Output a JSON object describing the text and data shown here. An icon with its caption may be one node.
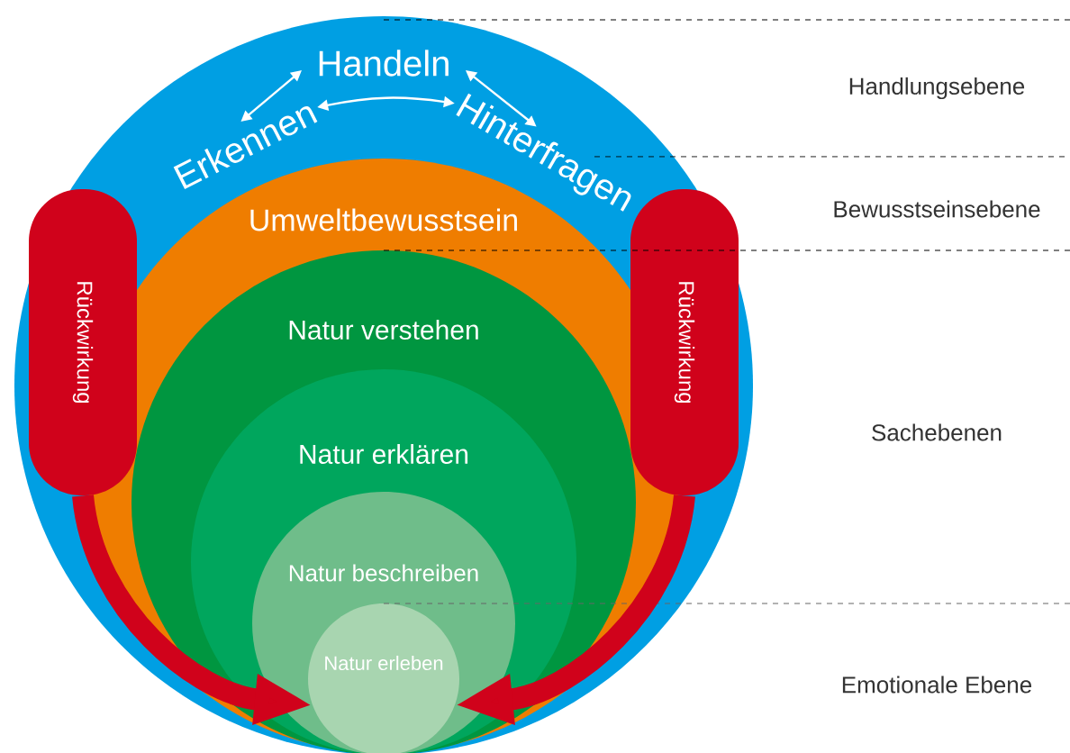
{
  "diagram": {
    "nodes": [
      {
        "text": [],
        "shape": "circle"
      },
      {
        "text": [
          "Handeln"
        ],
        "in": 0
      },
      {
        "text": [
          "Erkennen"
        ],
        "in": 0
      },
      {
        "text": [
          "Hinterfragen"
        ],
        "in": 0
      },
      {
        "text": [
          "Umweltbewusstsein"
        ],
        "in": 0
      },
      {
        "text": [
          "Natur verstehen"
        ],
        "in": 4
      },
      {
        "text": [
          "Natur erklären"
        ],
        "in": 5
      },
      {
        "text": [
          "Natur beschreiben"
        ],
        "in": 6
      },
      {
        "text": [
          "Natur erleben"
        ],
        "in": 7
      },
      {
        "text": [
          "Rückwirkung"
        ],
        "in": 0
      },
      {
        "text": [
          "Rückwirkung"
        ],
        "in": 0
      }
    ],
    "edges": [
      {
        "from": 2,
        "to": 1,
        "arrow": "both"
      },
      {
        "from": 1,
        "to": 3,
        "arrow": "both"
      },
      {
        "from": 2,
        "to": 3,
        "arrow": "both"
      },
      {
        "from": 9,
        "to": 8,
        "arrow": "to",
        "style": "thick",
        "color": "#d0021b"
      },
      {
        "from": 10,
        "to": 8,
        "arrow": "to",
        "style": "thick",
        "color": "#d0021b"
      }
    ],
    "labels": [
      "Handlungsebene",
      "Bewusstseinsebene",
      "Sachebenen",
      "Emotionale Ebene"
    ]
  }
}
